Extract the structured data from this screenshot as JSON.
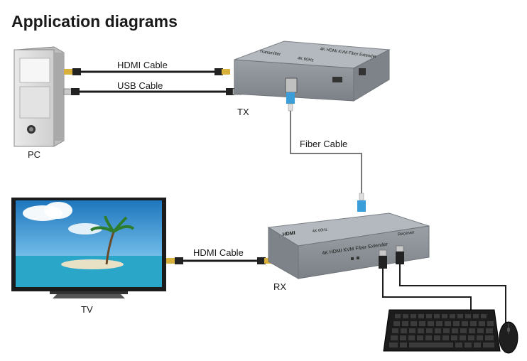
{
  "title": "Application diagrams",
  "labels": {
    "pc": "PC",
    "tv": "TV",
    "tx": "TX",
    "rx": "RX",
    "hdmi_cable_top": "HDMI Cable",
    "usb_cable": "USB Cable",
    "fiber_cable": "Fiber Cable",
    "hdmi_cable_bottom": "HDMI Cable"
  },
  "device_text": {
    "tx_line1": "4K HDMI KVM Fiber Extender",
    "tx_line2": "4K 60Hz",
    "tx_line3": "Transmitter",
    "rx_logo": "HDMI",
    "rx_line1": "4K 60Hz",
    "rx_line2": "4K HDMI KVM Fiber Extender",
    "rx_line3": "Receiver"
  },
  "colors": {
    "device_body": "#8e9499",
    "device_top": "#a7adb2",
    "cable": "#1c1c1c",
    "connector_gold": "#d8b03a",
    "fiber_blue": "#3a9fd8",
    "sky_top": "#1f7fc4",
    "sea": "#2aa6c9",
    "sand": "#e8e1c5"
  }
}
